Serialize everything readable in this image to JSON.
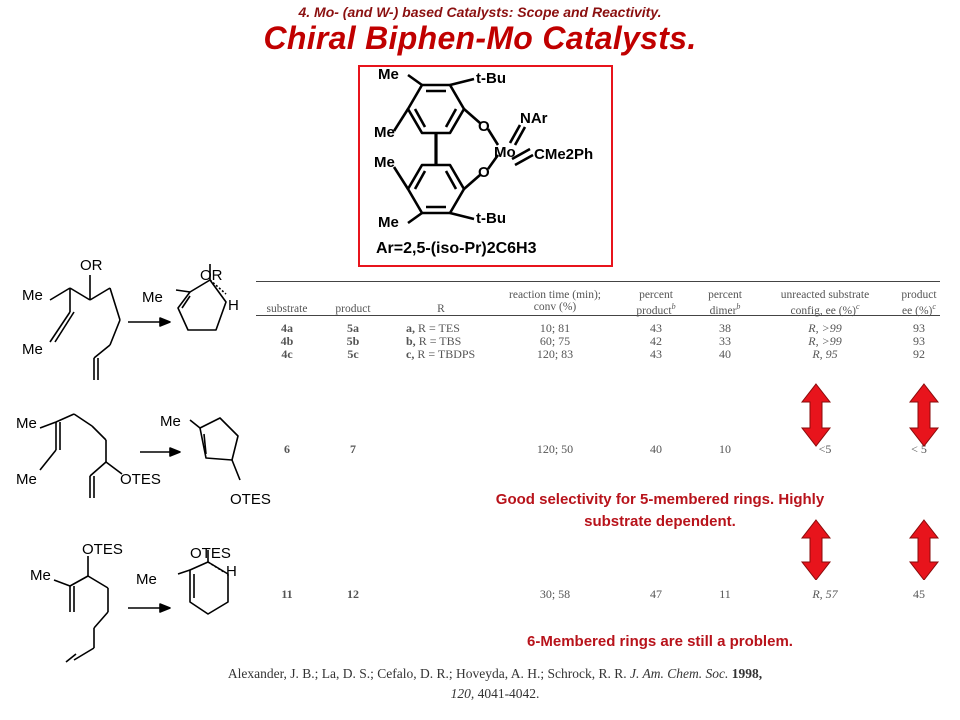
{
  "supertitle": "4. Mo- (and W-) based Catalysts: Scope and Reactivity.",
  "title": "Chiral Biphen-Mo Catalysts.",
  "catalyst": {
    "labels": {
      "me1": "Me",
      "me2": "Me",
      "me3": "Me",
      "me4": "Me",
      "tbu1": "t-Bu",
      "tbu2": "t-Bu",
      "o1": "O",
      "o2": "O",
      "mo": "Mo",
      "nar": "NAr",
      "cme2ph": "CMe2Ph"
    },
    "ar_def": "Ar=2,5-(iso-Pr)2C6H3"
  },
  "substrates": {
    "s1": {
      "or_top": "OR",
      "me_top": "Me",
      "me_bot": "Me"
    },
    "p1": {
      "or": "OR",
      "me": "Me",
      "h": "H"
    },
    "s2": {
      "me_top": "Me",
      "me_bot": "Me",
      "otes": "OTES"
    },
    "p2": {
      "me": "Me",
      "otes": "OTES"
    },
    "s3": {
      "otes": "OTES",
      "me": "Me"
    },
    "p3": {
      "otes": "OTES",
      "me": "Me",
      "h": "H"
    }
  },
  "table": {
    "headers": {
      "substrate": "substrate",
      "product": "product",
      "r": "R",
      "time_1": "reaction time (min);",
      "time_2": "conv (%)",
      "percent_product_1": "percent",
      "percent_product_2": "product",
      "percent_product_sup": "b",
      "percent_dimer_1": "percent",
      "percent_dimer_2": "dimer",
      "percent_dimer_sup": "b",
      "unreacted_1": "unreacted substrate",
      "unreacted_2": "config, ee (%)",
      "unreacted_sup": "c",
      "product_ee_1": "product",
      "product_ee_2": "ee (%)",
      "product_ee_sup": "c"
    },
    "rows": [
      {
        "substrate": "4a",
        "product": "5a",
        "r_letter": "a,",
        "r": "R = TES",
        "time": "10; 81",
        "product_pct": "43",
        "dimer_pct": "38",
        "unreacted": "R, >99",
        "ee": "93"
      },
      {
        "substrate": "4b",
        "product": "5b",
        "r_letter": "b,",
        "r": "R = TBS",
        "time": "60; 75",
        "product_pct": "42",
        "dimer_pct": "33",
        "unreacted": "R, >99",
        "ee": "93"
      },
      {
        "substrate": "4c",
        "product": "5c",
        "r_letter": "c,",
        "r": "R = TBDPS",
        "time": "120; 83",
        "product_pct": "43",
        "dimer_pct": "40",
        "unreacted": "R, 95",
        "ee": "92"
      },
      {
        "substrate": "6",
        "product": "7",
        "r_letter": "",
        "r": "",
        "time": "120; 50",
        "product_pct": "40",
        "dimer_pct": "10",
        "unreacted": "<5",
        "ee": "< 5"
      },
      {
        "substrate": "11",
        "product": "12",
        "r_letter": "",
        "r": "",
        "time": "30; 58",
        "product_pct": "47",
        "dimer_pct": "11",
        "unreacted": "R, 57",
        "ee": "45"
      }
    ]
  },
  "notes": {
    "good_selectivity_1": "Good selectivity for 5-membered rings. Highly",
    "good_selectivity_2": "substrate dependent.",
    "six_membered": "6-Membered rings are still a problem."
  },
  "citation": {
    "authors": "Alexander, J. B.; La, D. S.; Cefalo, D. R.; Hoveyda, A. H.; Schrock, R. R.",
    "journal": "J. Am. Chem. Soc.",
    "year": "1998,",
    "volume": "120,",
    "pages": "4041-4042."
  },
  "colors": {
    "title": "#c00000",
    "box": "#e8141c",
    "arrow": "#e8141c",
    "note": "#b8131b"
  }
}
